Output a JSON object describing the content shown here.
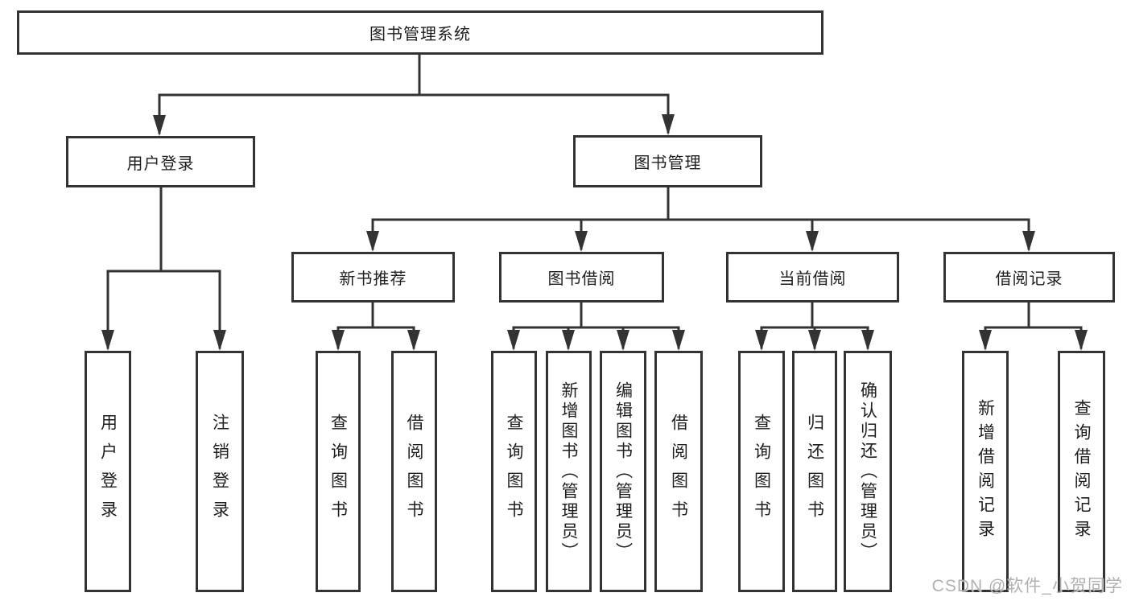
{
  "diagram": {
    "type": "tree",
    "title": "图书管理系统",
    "nodes": {
      "root": {
        "label": "图书管理系统",
        "children": [
          "user_login",
          "book_mgmt"
        ]
      },
      "user_login": {
        "label": "用户登录",
        "children": [
          "ul_login",
          "ul_logout"
        ]
      },
      "book_mgmt": {
        "label": "图书管理",
        "children": [
          "new_book_rec",
          "book_borrow",
          "current_borrow",
          "borrow_record"
        ]
      },
      "new_book_rec": {
        "label": "新书推荐",
        "children": [
          "nbr_query",
          "nbr_borrow"
        ]
      },
      "book_borrow": {
        "label": "图书借阅",
        "children": [
          "bb_query",
          "bb_add",
          "bb_edit",
          "bb_borrow"
        ]
      },
      "current_borrow": {
        "label": "当前借阅",
        "children": [
          "cb_query",
          "cb_return",
          "cb_confirm"
        ]
      },
      "borrow_record": {
        "label": "借阅记录",
        "children": [
          "br_add",
          "br_query"
        ]
      },
      "ul_login": {
        "label": "用户登录",
        "children": []
      },
      "ul_logout": {
        "label": "注销登录",
        "children": []
      },
      "nbr_query": {
        "label": "查询图书",
        "children": []
      },
      "nbr_borrow": {
        "label": "借阅图书",
        "children": []
      },
      "bb_query": {
        "label": "查询图书",
        "children": []
      },
      "bb_add": {
        "label": "新增图书（管理员）",
        "children": []
      },
      "bb_edit": {
        "label": "编辑图书（管理员）",
        "children": []
      },
      "bb_borrow": {
        "label": "借阅图书",
        "children": []
      },
      "cb_query": {
        "label": "查询图书",
        "children": []
      },
      "cb_return": {
        "label": "归还图书",
        "children": []
      },
      "cb_confirm": {
        "label": "确认归还（管理员）",
        "children": []
      },
      "br_add": {
        "label": "新增借阅记录",
        "children": []
      },
      "br_query": {
        "label": "查询借阅记录",
        "children": []
      }
    },
    "colors": {
      "line": "#333333",
      "box_border": "#333333",
      "text": "#1e1e1e",
      "background": "#ffffff",
      "watermark": "#a8a8a8"
    }
  },
  "watermark": {
    "text": "CSDN @软件_小贺同学"
  }
}
